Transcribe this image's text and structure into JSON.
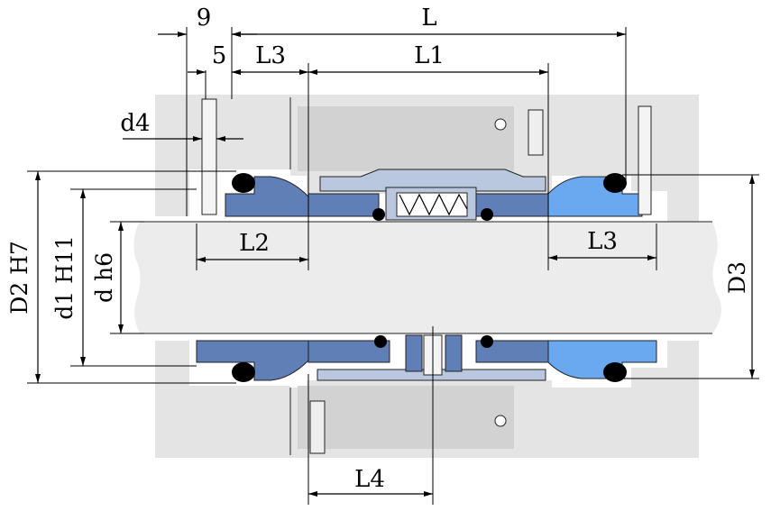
{
  "labels": {
    "dim_9": "9",
    "dim_L": "L",
    "dim_5": "5",
    "dim_L3_top": "L3",
    "dim_L1": "L1",
    "dim_d4": "d4",
    "dim_L2": "L2",
    "dim_L3_right": "L3",
    "dim_L4": "L4",
    "dim_D2": "D2 H7",
    "dim_d1": "d1 H11",
    "dim_d": "d h6",
    "dim_D3": "D3"
  },
  "colors": {
    "housing": "#e4e4e4",
    "housing_shade": "#d2d2d2",
    "shaft": "#ececec",
    "rotating_part": "#5f7fb6",
    "stationary_part": "#6aa8ef",
    "sleeve": "#b9c8de",
    "oring": "#000000",
    "spring_fill": "#ffffff"
  }
}
